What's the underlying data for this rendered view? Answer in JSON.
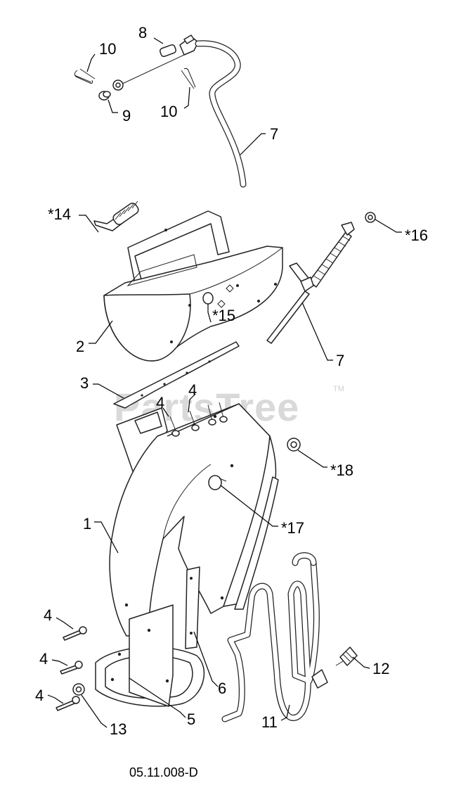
{
  "watermark": {
    "text": "PartsTree",
    "tm": "TM"
  },
  "diagram_code": "05.11.008-D",
  "labels": {
    "p10a": "10",
    "p8": "8",
    "p9": "9",
    "p10b": "10",
    "p7a": "7",
    "p14": "*14",
    "p16": "*16",
    "p2": "2",
    "p15": "*15",
    "p7b": "7",
    "p3": "3",
    "p4a": "4",
    "p4b": "4",
    "p18": "*18",
    "p1": "1",
    "p17": "*17",
    "p4c": "4",
    "p4d": "4",
    "p4e": "4",
    "p12": "12",
    "p6": "6",
    "p13": "13",
    "p5": "5",
    "p11": "11"
  }
}
